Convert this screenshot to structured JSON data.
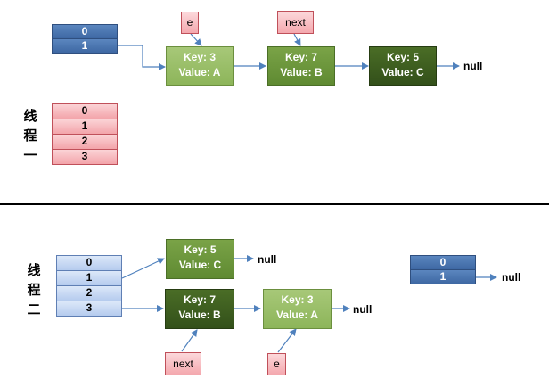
{
  "top": {
    "table_blue": [
      "0",
      "1"
    ],
    "thread_label": [
      "线",
      "程",
      "一"
    ],
    "table_pink": [
      "0",
      "1",
      "2",
      "3"
    ],
    "tag_e": "e",
    "tag_next": "next",
    "nodes": [
      {
        "key": "Key: 3",
        "value": "Value: A"
      },
      {
        "key": "Key: 7",
        "value": "Value: B"
      },
      {
        "key": "Key: 5",
        "value": "Value: C"
      }
    ],
    "null": "null"
  },
  "bottom": {
    "thread_label": [
      "线",
      "程",
      "二"
    ],
    "table_light": [
      "0",
      "1",
      "2",
      "3"
    ],
    "node_c": {
      "key": "Key: 5",
      "value": "Value: C"
    },
    "null_c": "null",
    "node_b": {
      "key": "Key: 7",
      "value": "Value: B"
    },
    "node_a": {
      "key": "Key: 3",
      "value": "Value: A"
    },
    "null_a": "null",
    "tag_next": "next",
    "tag_e": "e",
    "table_blue": [
      "0",
      "1"
    ],
    "null_blue": "null"
  },
  "colors": {
    "arrow": "#4f81bd",
    "separator": "#000000",
    "node_light": "#8db55a",
    "node_mid": "#6a9638",
    "node_dark": "#3b5a1e"
  }
}
